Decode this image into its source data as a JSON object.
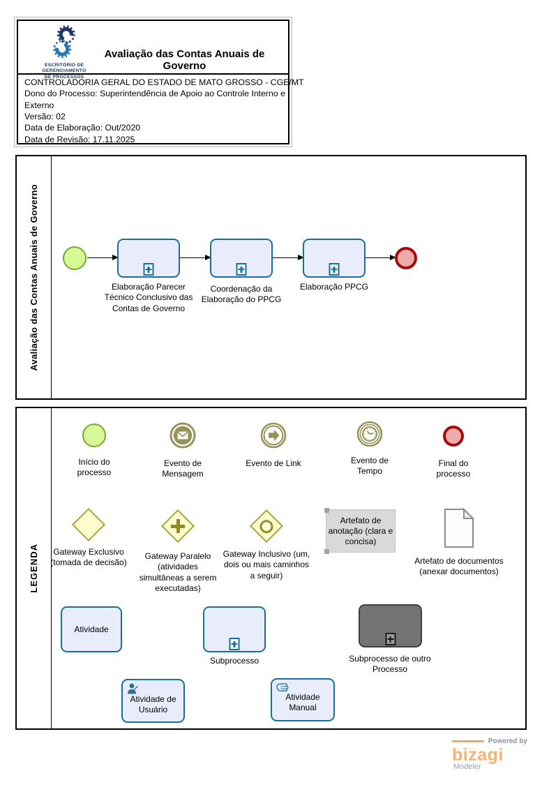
{
  "header": {
    "logo_lines": [
      "ESCRITÓRIO DE",
      "GERENCIAMENTO",
      "DE PROCESSOS"
    ],
    "title": "Avaliação das Contas Anuais de Governo",
    "info_lines": [
      "CONTROLADORIA GERAL DO ESTADO DE MATO GROSSO - CGE/MT",
      "Dono do Processo: Superintendência de Apoio ao Controle Interno e",
      "Externo",
      "Versão: 02",
      "Data de Elaboração: Out/2020",
      "Data de Revisão: 17.11.2025"
    ]
  },
  "process_pool": {
    "lane_label": "Avaliação das Contas Anuais de Governo",
    "flow_order": [
      "start",
      "Elaboração Parecer Técnico Conclusivo das Contas de Governo",
      "Coordenação da Elaboração do PPCG",
      "Elaboração PPCG",
      "end"
    ],
    "activities": [
      {
        "label": "Elaboração Parecer Técnico Conclusivo das Contas de Governo"
      },
      {
        "label": "Coordenação da Elaboração do PPCG"
      },
      {
        "label": "Elaboração PPCG"
      }
    ]
  },
  "legend_pool": {
    "lane_label": "LEGENDA",
    "events": [
      {
        "type": "start",
        "label": "Início do processo"
      },
      {
        "type": "message",
        "label": "Evento de Mensagem"
      },
      {
        "type": "link",
        "label": "Evento de Link"
      },
      {
        "type": "timer",
        "label": "Evento de Tempo"
      },
      {
        "type": "end",
        "label": "Final do processo"
      }
    ],
    "gateways": [
      {
        "type": "exclusive",
        "label": "Gateway Exclusivo (tomada de decisão)"
      },
      {
        "type": "parallel",
        "label": "Gateway Paralelo (atividades simultâneas a serem executadas)"
      },
      {
        "type": "inclusive",
        "label": "Gateway Inclusivo (um, dois ou mais caminhos a seguir)"
      }
    ],
    "artifacts": [
      {
        "type": "annotation",
        "label": "Artefato de anotação (clara e concisa)"
      },
      {
        "type": "document",
        "label": "Artefato de documentos (anexar documentos)"
      }
    ],
    "activities": [
      {
        "type": "task",
        "label": "Atividade"
      },
      {
        "type": "subprocess",
        "label": "Subprocesso"
      },
      {
        "type": "reusable-subprocess",
        "label": "Subprocesso de outro Processo"
      },
      {
        "type": "user-task",
        "label": "Atividade de Usuário"
      },
      {
        "type": "manual-task",
        "label": "Atividade Manual"
      }
    ]
  },
  "watermark": {
    "powered_by": "Powered by",
    "brand": "bizagi",
    "product": "Modeler"
  },
  "colors": {
    "activity_fill": "#e9edfb",
    "activity_border": "#1a6e9e",
    "start_fill": "#d6f895",
    "start_border": "#76a832",
    "end_fill": "#efabab",
    "end_border": "#a30b0d",
    "event_olive": "#96935a",
    "gateway_fill": "#fdfdcf",
    "gateway_border": "#a6a53f",
    "dark_subprocess_fill": "#747474",
    "annotation_fill": "#d9d9d9",
    "brand_orange": "#f8b271",
    "logo_navy": "#1f3864",
    "logo_blue": "#2e75b6"
  }
}
